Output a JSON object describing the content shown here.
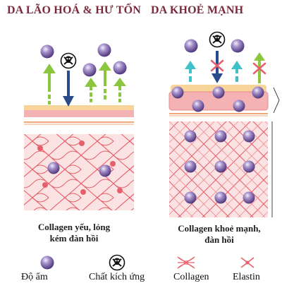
{
  "panels": {
    "left": {
      "title": "DA LÃO HOÁ & HƯ TỔN",
      "caption_line1": "Collagen yếu, lỏng",
      "caption_line2": "kém đàn hồi"
    },
    "right": {
      "title": "DA KHOẺ MẠNH",
      "caption_line1": "Collagen khoẻ mạnh,",
      "caption_line2": "đàn hồi"
    }
  },
  "legend": {
    "moisture": "Độ ẩm",
    "irritant": "Chất kích ứng",
    "collagen": "Collagen",
    "elastin": "Elastin"
  },
  "colors": {
    "title": "#7a2a3d",
    "collagen_net": "#e5606b",
    "dermis_bg": "#fbe3e3",
    "epidermis": "#f5b2b4",
    "outer_layer": "#f6d49a",
    "arrow_green": "#8cc63f",
    "arrow_cyan": "#3fc1c9",
    "arrow_navy": "#2b4a8b",
    "moisture_ball": "#7e66a8"
  },
  "icons": {
    "moisture": "moisture-ball-icon",
    "irritant": "skull-crossbones-icon",
    "collagen": "collagen-net-icon",
    "elastin": "elastin-cross-icon",
    "blocked": "blocked-x-icon"
  }
}
